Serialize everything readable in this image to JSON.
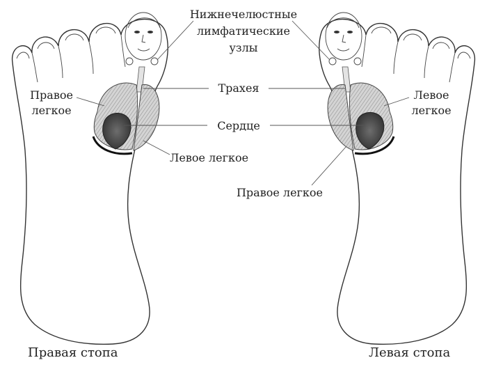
{
  "labels": {
    "lymph": [
      "Нижнечелюстные",
      "лимфатические",
      "узлы"
    ],
    "trachea": "Трахея",
    "heart": "Сердце",
    "right_lung_left_side": [
      "Правое",
      "легкое"
    ],
    "left_lung_left_side": "Левое легкое",
    "left_lung_right_side": [
      "Левое",
      "легкое"
    ],
    "right_lung_right_side": "Правое легкое"
  },
  "captions": {
    "right_foot": "Правая стопа",
    "left_foot": "Левая стопа"
  }
}
